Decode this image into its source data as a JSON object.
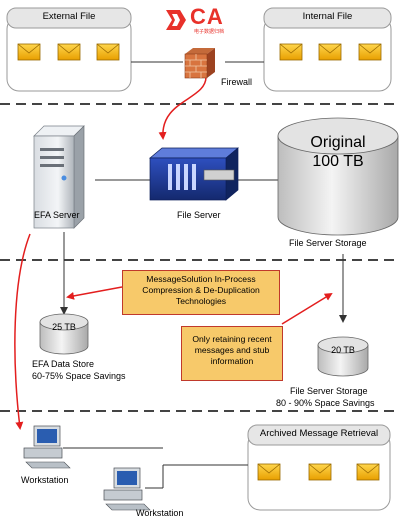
{
  "colors": {
    "zone_bg": "#efefef",
    "zone_border": "#9a9a9a",
    "envelope_fill": "#f5b400",
    "arrow_red": "#e31e1e",
    "connector": "#333333",
    "note_fill": "#f7c96a",
    "brand_red": "#e8312a"
  },
  "brand": {
    "logo_text": "CA",
    "logo_sub": "电子数据归档"
  },
  "zones": {
    "external_file": "External File",
    "internal_file": "Internal File",
    "archived_retrieval": "Archived Message Retrieval"
  },
  "labels": {
    "firewall": "Firewall",
    "file_server": "File Server",
    "efa_server": "EFA Server",
    "storage_original_line1": "Original",
    "storage_original_line2": "100 TB",
    "file_server_storage": "File Server Storage",
    "efa_store_size": "25 TB",
    "efa_store_name": "EFA Data Store",
    "efa_store_savings": "60-75% Space Savings",
    "fs_store_size": "20 TB",
    "fs_store_name": "File Server Storage",
    "fs_store_savings": "80 - 90% Space Savings",
    "workstation_1": "Workstation",
    "workstation_2": "Workstation"
  },
  "notes": {
    "compression": [
      "MessageSolution In-Process",
      "Compression & De-Duplication",
      "Technologies"
    ],
    "retention": [
      "Only retaining recent",
      "messages and stub",
      "information"
    ]
  },
  "icons": {
    "envelope": "envelope-icon",
    "firewall": "brick-firewall-icon",
    "server": "tower-server-icon",
    "file_server": "rack-server-icon",
    "storage": "database-cylinder-icon",
    "workstation": "computer-workstation-icon",
    "logo": "ca-logo-icon"
  }
}
